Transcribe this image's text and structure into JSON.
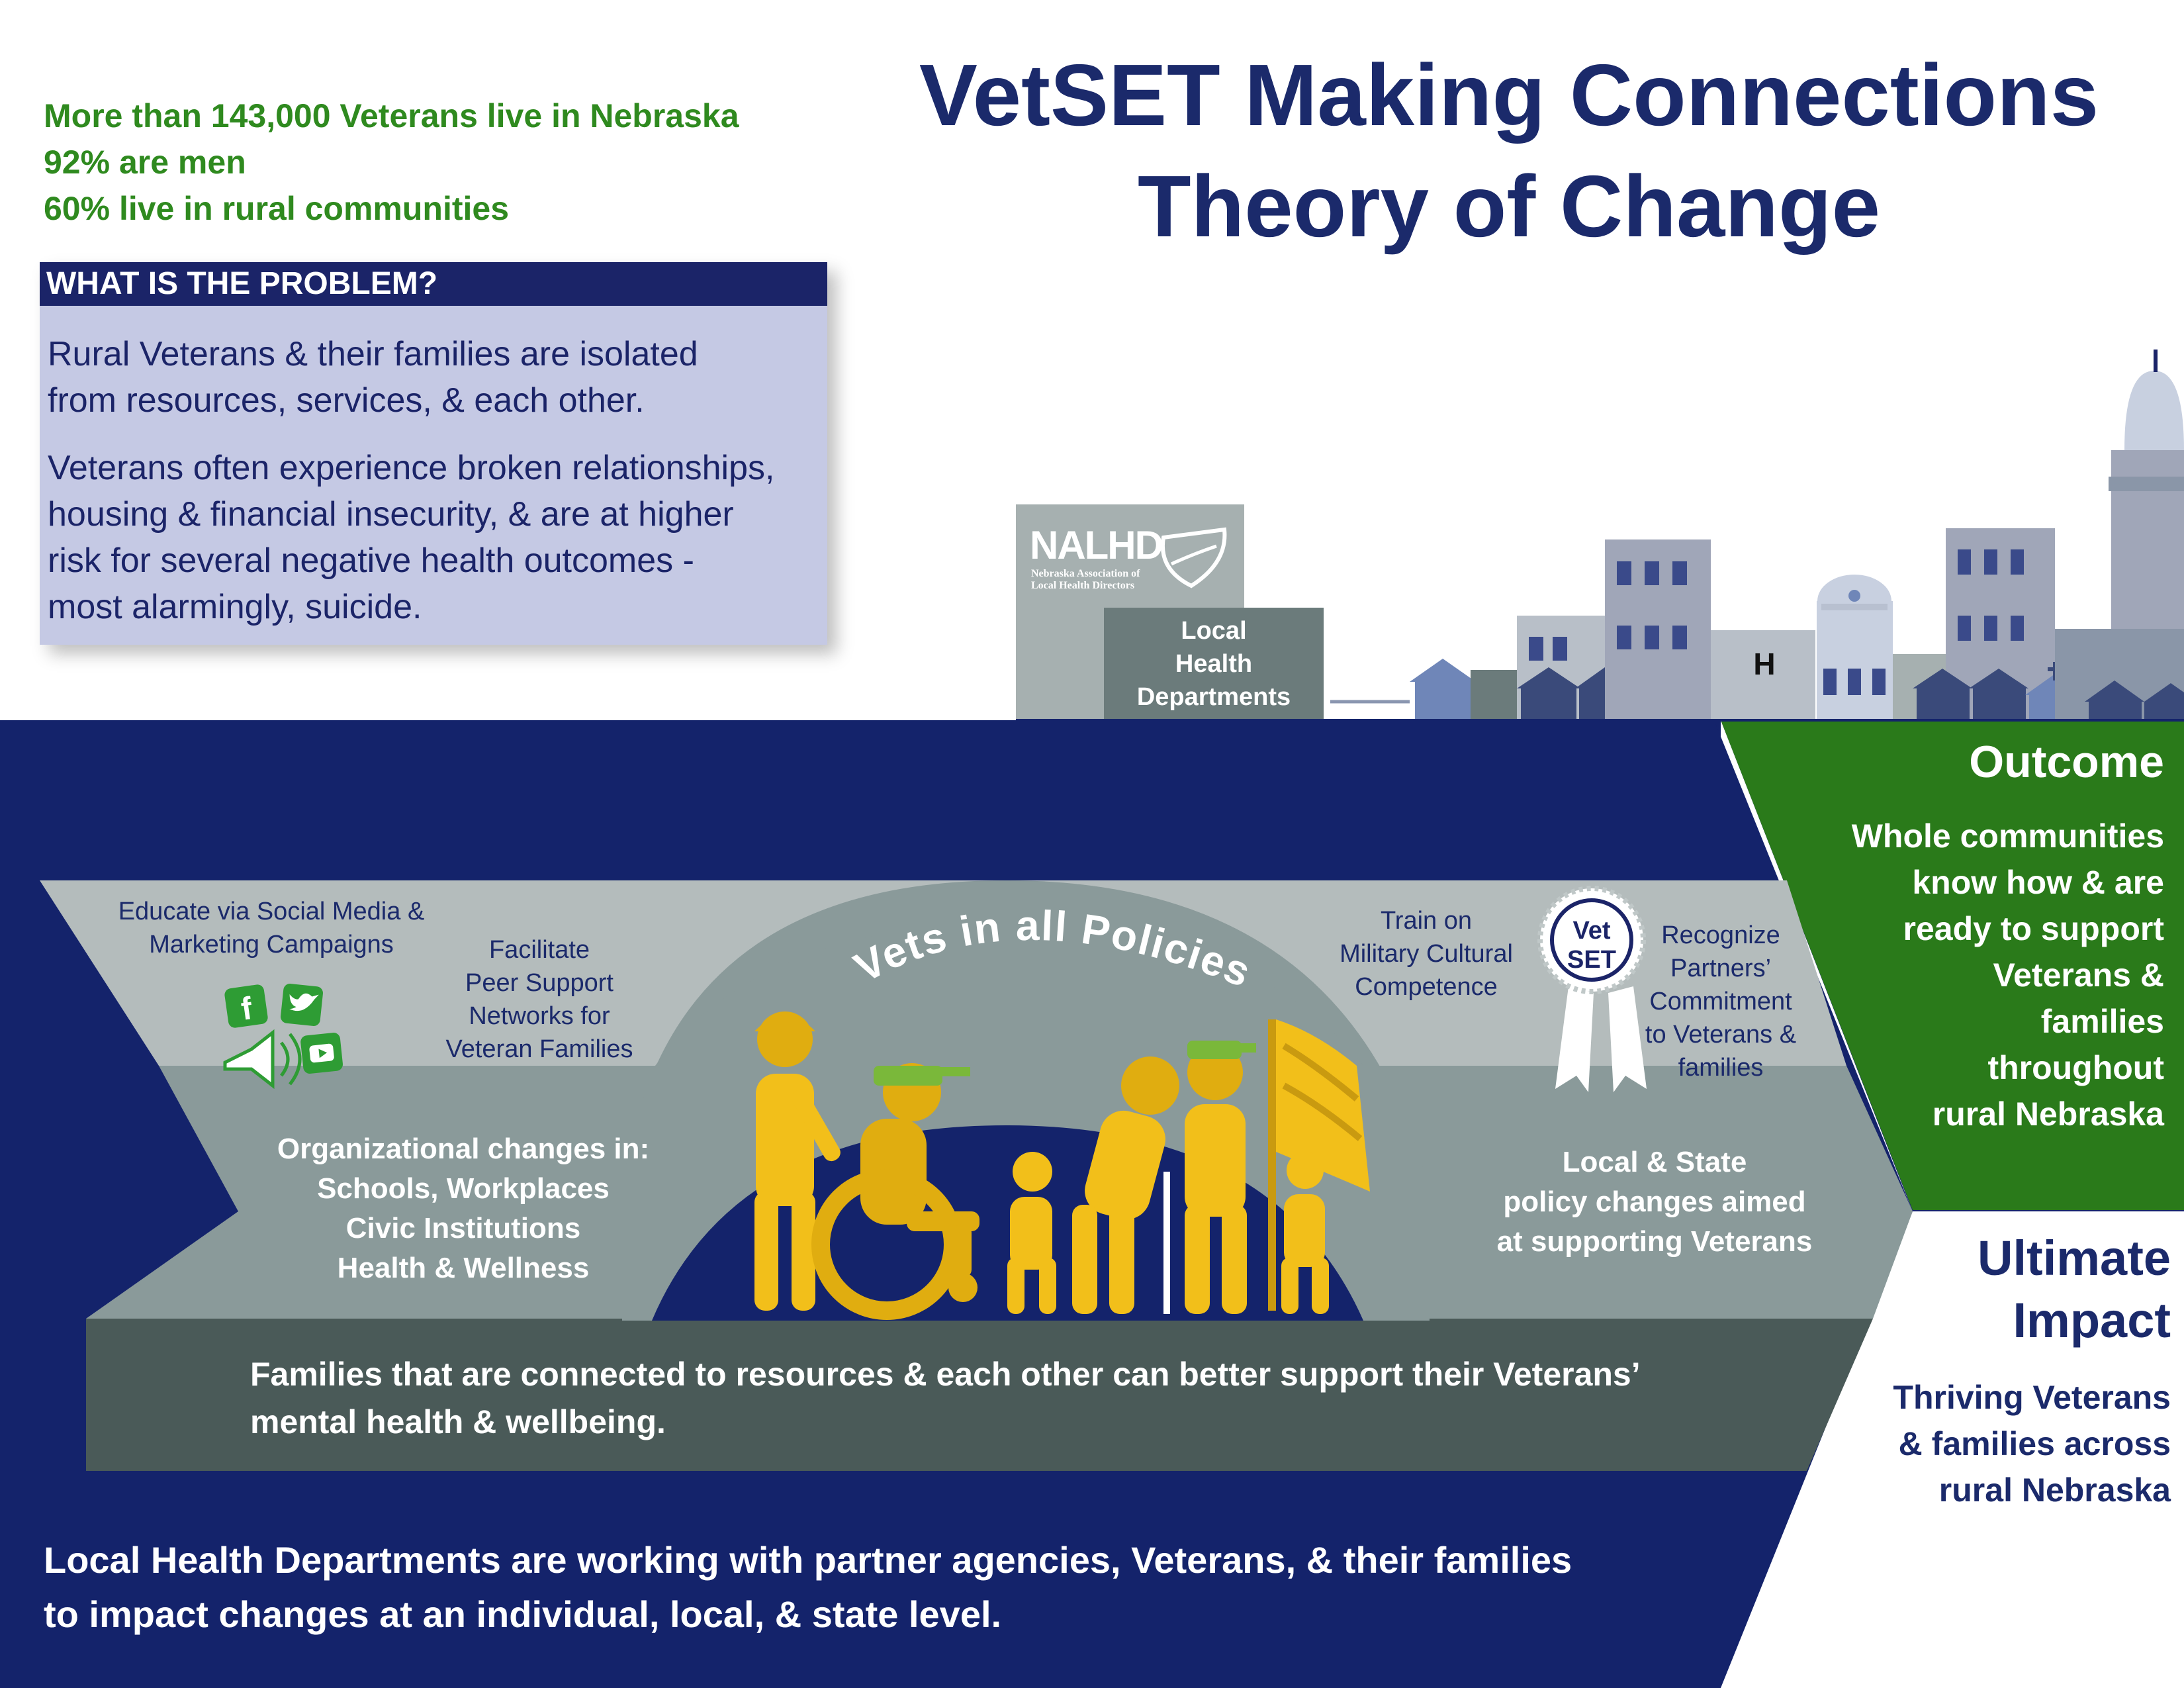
{
  "stats": [
    "More than 143,000 Veterans live in Nebraska",
    "92% are men",
    "60% live in rural communities"
  ],
  "title_line1": "VetSET Making Connections",
  "title_line2": "Theory of Change",
  "problem": {
    "heading": "WHAT IS THE PROBLEM?",
    "p1": [
      "Rural Veterans & their families are isolated",
      "from resources, services, & each other."
    ],
    "p2": [
      "Veterans often experience broken relationships,",
      "housing & financial insecurity, & are at higher",
      "risk for several negative health outcomes -",
      "most alarmingly, suicide."
    ]
  },
  "logo": {
    "text": "NALHD",
    "sub1": "Nebraska Association of",
    "sub2": "Local Health Directors"
  },
  "local_health": [
    "Local",
    "Health",
    "Departments"
  ],
  "hospital_letter": "H",
  "arc_text": "Vets in all Policies",
  "activities": {
    "educate": [
      "Educate via Social Media &",
      "Marketing Campaigns"
    ],
    "peer": [
      "Facilitate",
      "Peer Support",
      "Networks for",
      "Veteran Families"
    ],
    "train": [
      "Train on",
      "Military Cultural",
      "Competence"
    ],
    "recognize": [
      "Recognize",
      "Partners’",
      "Commitment",
      "to Veterans &",
      "families"
    ]
  },
  "badge": [
    "Vet",
    "SET"
  ],
  "org_changes": [
    "Organizational changes in:",
    "Schools, Workplaces",
    "Civic Institutions",
    "Health & Wellness"
  ],
  "policy_changes": [
    "Local & State",
    "policy changes aimed",
    "at supporting Veterans"
  ],
  "families_text": [
    "Families that are connected to resources & each other can better support their Veterans’",
    "mental health & wellbeing."
  ],
  "outcome": {
    "title": "Outcome",
    "text": [
      "Whole communities",
      "know how & are",
      "ready to support",
      "Veterans &",
      "families",
      "throughout",
      "rural Nebraska"
    ]
  },
  "impact": {
    "title": [
      "Ultimate",
      "Impact"
    ],
    "text": [
      "Thriving Veterans",
      "& families across",
      "rural Nebraska"
    ]
  },
  "bottom_text": [
    "Local Health Departments are working with partner agencies, Veterans, & their families",
    "to impact changes at an individual, local, & state level."
  ],
  "colors": {
    "navy": "#14236b",
    "green": "#2a7a1a",
    "light_gray": "#b4bcbc",
    "mid_gray": "#8a9a9a",
    "dark_gray": "#4a5a58",
    "gold": "#f2bf1a",
    "stat_green": "#2f8a1f"
  }
}
